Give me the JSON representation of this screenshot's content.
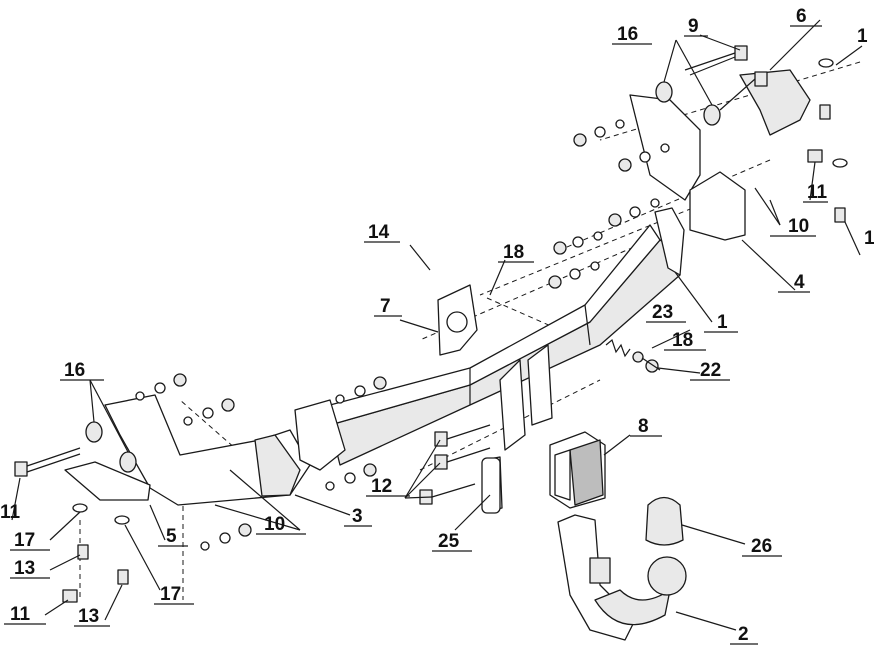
{
  "labels": {
    "p1": "1",
    "p1_right_a": "1",
    "p1_right_b": "1",
    "p2": "2",
    "p3": "3",
    "p4": "4",
    "p5": "5",
    "p6": "6",
    "p7": "7",
    "p8": "8",
    "p9": "9",
    "p10_right": "10",
    "p10_left": "10",
    "p11_right": "11",
    "p11_left_a": "11",
    "p11_left_b": "11",
    "p12": "12",
    "p13_a": "13",
    "p13_b": "13",
    "p14": "14",
    "p16_right": "16",
    "p16_left": "16",
    "p17_a": "17",
    "p17_b": "17",
    "p18_a": "18",
    "p18_b": "18",
    "p22": "22",
    "p23": "23",
    "p25": "25",
    "p26": "26"
  }
}
